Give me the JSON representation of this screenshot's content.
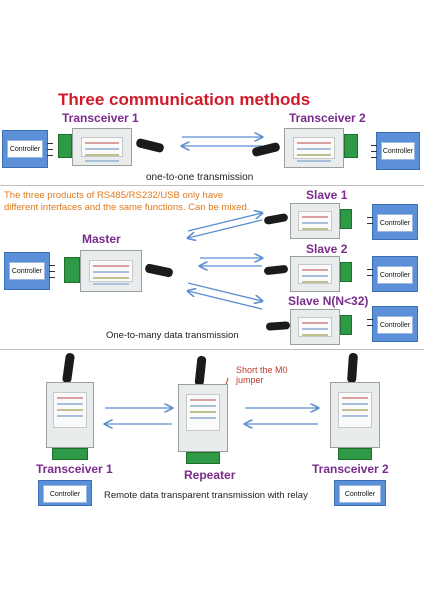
{
  "title": "Three communication methods",
  "section1": {
    "left_label": "Transceiver 1",
    "right_label": "Transceiver 2",
    "caption": "one-to-one transmission"
  },
  "section2": {
    "note": "The three products of RS485/RS232/USB only have different interfaces and the same functions. Can be mixed.",
    "master_label": "Master",
    "slave1_label": "Slave 1",
    "slave2_label": "Slave 2",
    "slaven_label": "Slave N(N<32)",
    "caption": "One-to-many data transmission"
  },
  "section3": {
    "jumper_note": "Short the M0 jumper",
    "left_label": "Transceiver 1",
    "middle_label": "Repeater",
    "right_label": "Transceiver 2",
    "caption": "Remote data transparent transmission with relay"
  },
  "controller_label": "Controller",
  "colors": {
    "title": "#d21a2a",
    "label": "#7a2b8c",
    "note": "#e07a1c",
    "arrow": "#5a8fd0",
    "controller": "#5b8fd8",
    "terminal": "#2f9a45"
  }
}
